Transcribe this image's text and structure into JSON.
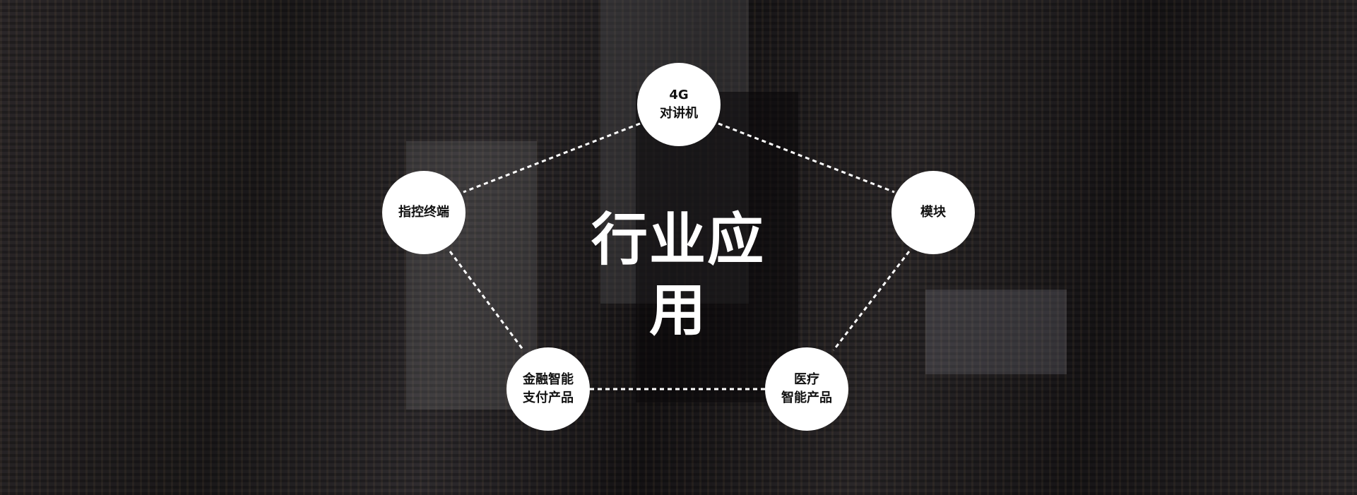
{
  "title": "行业应用",
  "nodes": [
    {
      "id": "walkie-talkie",
      "line1": "4G",
      "line2": "对讲机"
    },
    {
      "id": "control-terminal",
      "line1": "指控终端"
    },
    {
      "id": "module",
      "line1": "模块"
    },
    {
      "id": "finance-payment",
      "line1": "金融智能",
      "line2": "支付产品"
    },
    {
      "id": "medical",
      "line1": "医疗",
      "line2": "智能产品"
    }
  ]
}
